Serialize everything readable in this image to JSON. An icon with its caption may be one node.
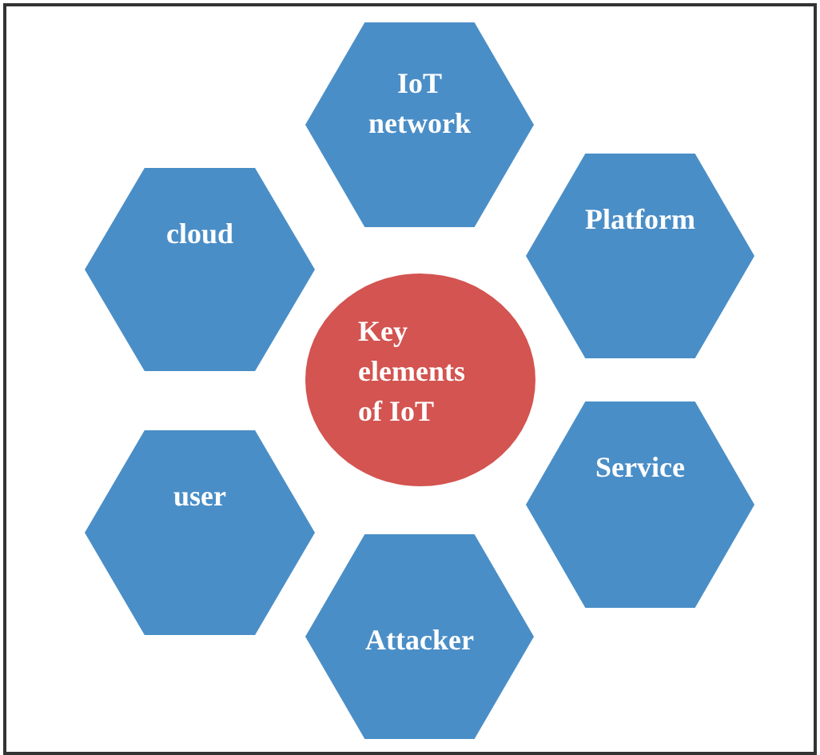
{
  "diagram": {
    "nodes": [
      {
        "text": [
          "IoT network"
        ]
      },
      {
        "text": [
          "cloud"
        ]
      },
      {
        "text": [
          "Platform"
        ]
      },
      {
        "text": [
          "Key elements of IoT"
        ]
      },
      {
        "text": [
          "user"
        ]
      },
      {
        "text": [
          "Service"
        ]
      },
      {
        "text": [
          "Attacker"
        ]
      }
    ],
    "edges": []
  }
}
